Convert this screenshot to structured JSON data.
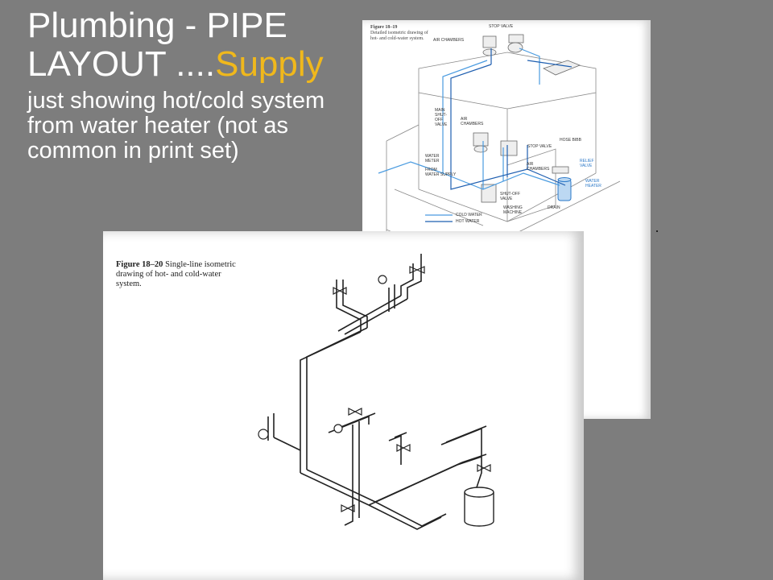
{
  "slide": {
    "title_line1": "Plumbing -  PIPE",
    "title_line2_prefix": "LAYOUT ....",
    "title_line2_accent": "Supply",
    "subtitle": "just showing hot/cold system from water heater (not as common in print set)"
  },
  "colors": {
    "background": "#7d7d7d",
    "title_text": "#ffffff",
    "accent": "#f0b81c",
    "cold_water": "#2a78c8",
    "hot_water": "#1f5fb0"
  },
  "figure19": {
    "number": "Figure 18–19",
    "caption": "Detailed isometric drawing of hot- and cold-water system.",
    "labels": {
      "stop_valve_top": "STOP VALVE",
      "air_chambers_top": "AIR CHAMBERS",
      "main_shutoff": "MAIN\nSHUT-\nOFF\nVALVE",
      "air_chambers_mid": "AIR\nCHAMBERS",
      "stop_valve_mid": "STOP VALVE",
      "hose_bibb": "HOSE BIBB",
      "water_meter": "WATER\nMETER",
      "from_water_supply": "FROM\nWATER SUPPLY",
      "air_chambers_low": "AIR\nCHAMBERS",
      "relief_valve": "RELIEF\nVALVE",
      "water_heater": "WATER\nHEATER",
      "shutoff_valve": "SHUT-OFF\nVALVE",
      "washing_machine": "WASHING\nMACHINE",
      "drain": "DRAIN"
    },
    "legend": {
      "cold": "COLD WATER",
      "hot": "HOT WATER"
    }
  },
  "figure20": {
    "number": "Figure 18–20",
    "caption": "Single-line isometric drawing of hot- and cold-water system."
  }
}
